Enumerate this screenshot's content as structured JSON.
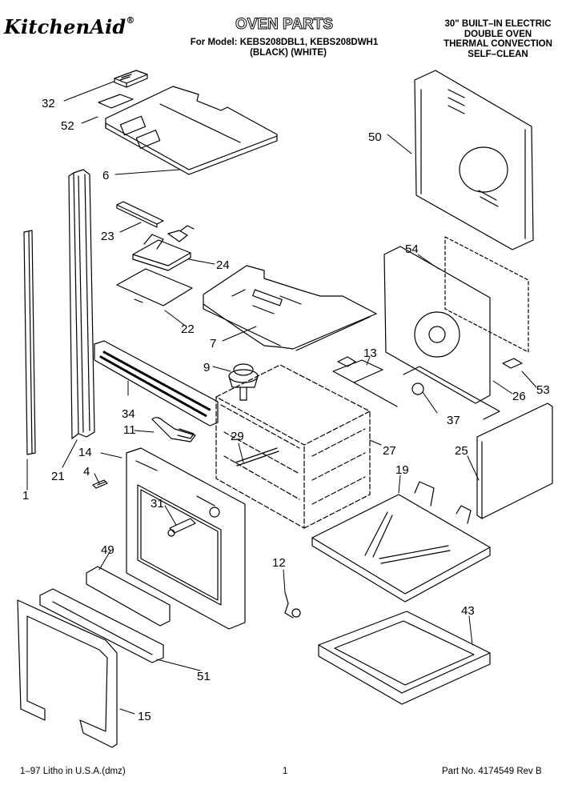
{
  "header": {
    "brand": "KitchenAid",
    "brand_mark": "®",
    "title": "OVEN PARTS",
    "model_line": "For Model: KEBS208DBL1, KEBS208DWH1",
    "variants_line": "(BLACK)    (WHITE)",
    "spec_lines": [
      "30\" BUILT–IN ELECTRIC",
      "DOUBLE OVEN",
      "THERMAL CONVECTION",
      "SELF–CLEAN"
    ]
  },
  "callouts": [
    "32",
    "52",
    "6",
    "23",
    "24",
    "22",
    "7",
    "9",
    "34",
    "11",
    "14",
    "4",
    "1",
    "21",
    "29",
    "31",
    "49",
    "51",
    "15",
    "12",
    "50",
    "54",
    "13",
    "53",
    "26",
    "37",
    "27",
    "19",
    "25",
    "43"
  ],
  "footer": {
    "litho": "1–97 Litho in U.S.A.(dmz)",
    "page": "1",
    "part_no": "Part No. 4174549 Rev B"
  }
}
